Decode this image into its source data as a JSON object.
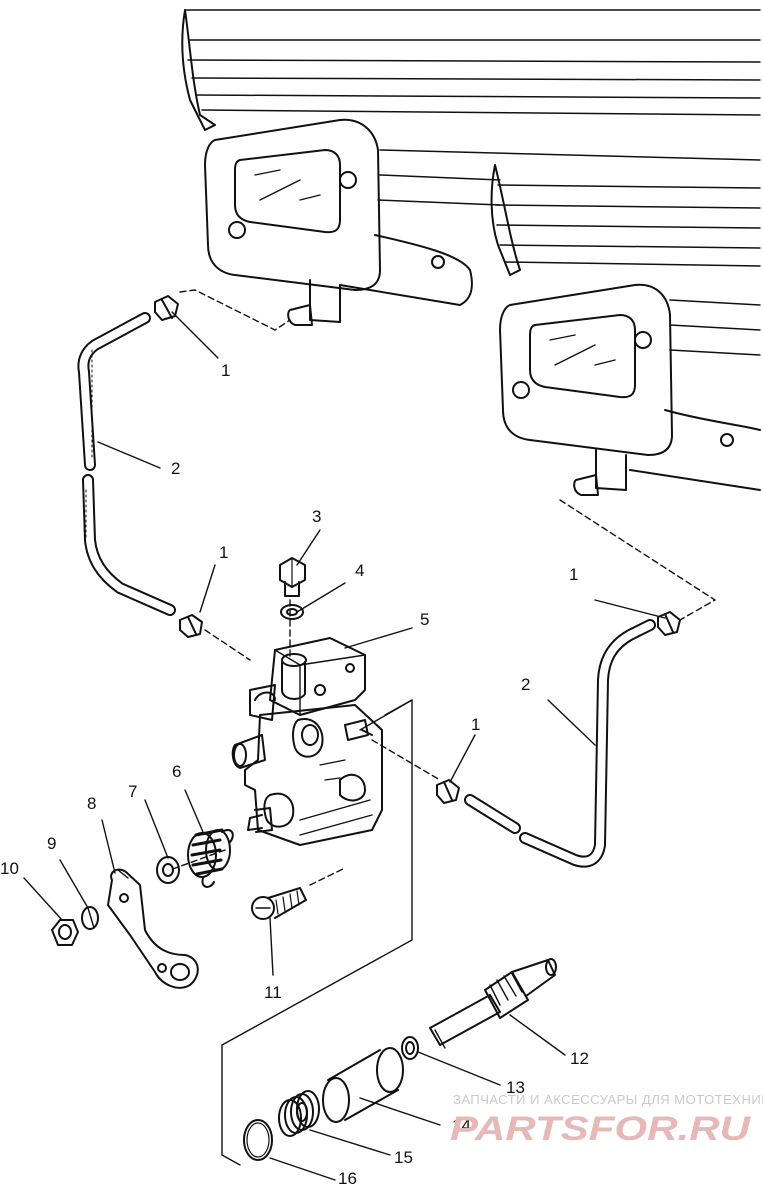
{
  "callouts": {
    "c1a": "1",
    "c1b": "1",
    "c1c": "1",
    "c1d": "1",
    "c2a": "2",
    "c2b": "2",
    "c3": "3",
    "c4": "4",
    "c5": "5",
    "c6": "6",
    "c7": "7",
    "c8": "8",
    "c9": "9",
    "c10": "10",
    "c11": "11",
    "c12": "12",
    "c13": "13",
    "c14": "14",
    "c15": "15",
    "c16": "16"
  },
  "watermark": {
    "tagline": "ЗАПЧАСТИ И АКСЕССУАРЫ ДЛЯ МОТОТЕХНИКИ",
    "brand": "PARTSFOR.RU"
  }
}
